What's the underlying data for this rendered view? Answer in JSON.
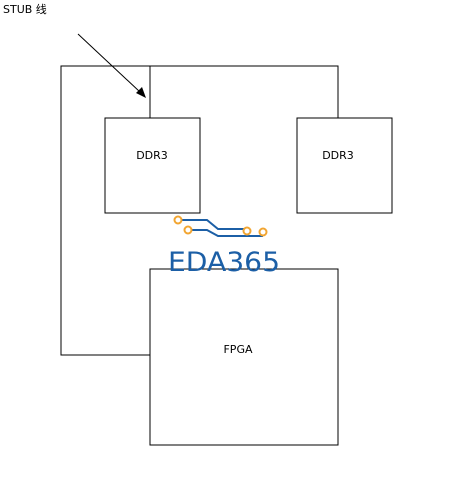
{
  "labels": {
    "annotation": "STUB 线",
    "ddr3_left": "DDR3",
    "ddr3_right": "DDR3",
    "fpga": "FPGA"
  },
  "logo": {
    "text": "EDA365",
    "text_color": "#1c5fa6",
    "trace_color": "#1c5fa6",
    "pad_color": "#f2a531"
  },
  "colors": {
    "line": "#000000",
    "background": "#ffffff"
  }
}
